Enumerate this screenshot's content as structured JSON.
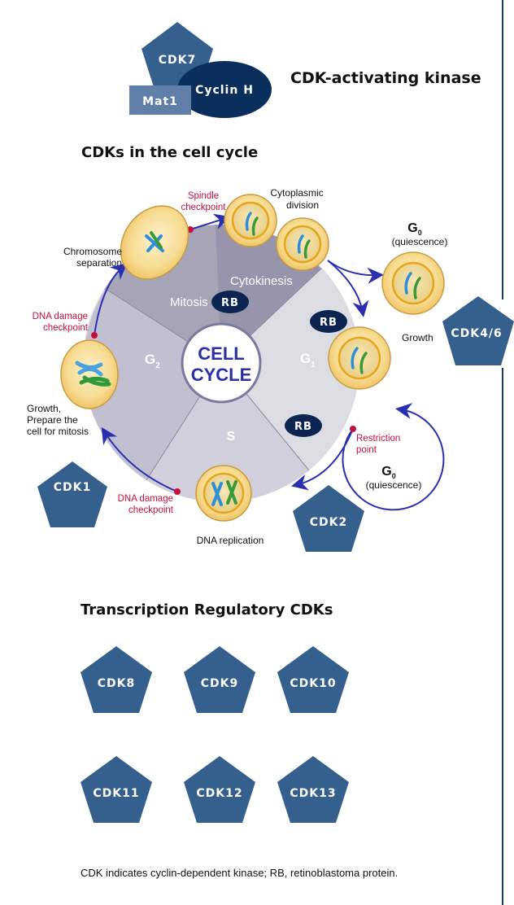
{
  "colors": {
    "pentagon": "#355f8c",
    "ellipse": "#0b2f5c",
    "mat1": "#5f7ea8",
    "arrow": "#2a2fb0",
    "checkpoint": "#c3113e",
    "rb": "#0b2550",
    "cell_cycle_text": "#2a2fa8",
    "divider": "#1b3d66"
  },
  "cak": {
    "cdk7": "CDK7",
    "cyclin_h": "Cyclin H",
    "mat1": "Mat1",
    "title": "CDK-activating kinase"
  },
  "cycle_section": {
    "title": "CDKs in the cell cycle",
    "center_line1": "CELL",
    "center_line2": "CYCLE",
    "phases": {
      "mitosis": "Mitosis",
      "cytokinesis": "Cytokinesis",
      "g1": "G",
      "g1_sub": "1",
      "g2": "G",
      "g2_sub": "2",
      "s": "S"
    },
    "rb_label": "RB",
    "labels": {
      "spindle_1": "Spindle",
      "spindle_2": "checkpoint",
      "cyto_1": "Cytoplasmic",
      "cyto_2": "division",
      "chrom_1": "Chromosome",
      "chrom_2": "separation",
      "g0_top": "G",
      "g0_top_sub": "0",
      "g0_top_desc": "(quiescence)",
      "growth": "Growth",
      "dna_dmg_top_1": "DNA damage",
      "dna_dmg_top_2": "checkpoint",
      "growth_prep_1": "Growth,",
      "growth_prep_2": "Prepare the",
      "growth_prep_3": "cell for mitosis",
      "restriction_1": "Restriction",
      "restriction_2": "point",
      "g0_bot": "G",
      "g0_bot_sub": "0",
      "g0_bot_desc": "(quiescence)",
      "dna_dmg_bot_1": "DNA damage",
      "dna_dmg_bot_2": "checkpoint",
      "dna_rep": "DNA replication"
    },
    "kinases": {
      "cdk1": "CDK1",
      "cdk2": "CDK2",
      "cdk46": "CDK4/6"
    }
  },
  "transcription": {
    "title": "Transcription Regulatory CDKs",
    "kinases": [
      "CDK8",
      "CDK9",
      "CDK10",
      "CDK11",
      "CDK12",
      "CDK13"
    ]
  },
  "footnote": "CDK indicates cyclin-dependent kinase; RB, retinoblastoma protein."
}
